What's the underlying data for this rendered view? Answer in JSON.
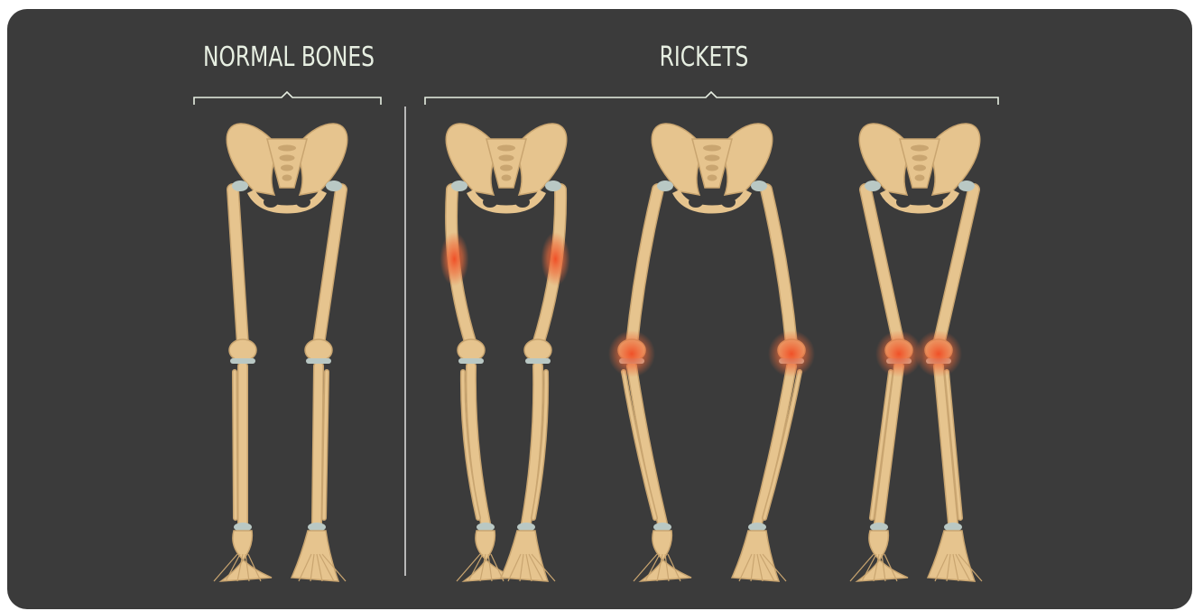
{
  "headings": {
    "normal": "NORMAL BONES",
    "rickets": "RICKETS"
  },
  "figures": [
    {
      "group": "normal",
      "variant": "straight",
      "affected_area": "none"
    },
    {
      "group": "rickets",
      "variant": "bowed thighs",
      "affected_area": "femur shafts"
    },
    {
      "group": "rickets",
      "variant": "bow legs",
      "affected_area": "knees"
    },
    {
      "group": "rickets",
      "variant": "knock knees",
      "affected_area": "knees"
    }
  ],
  "colors": {
    "background": "#3b3b3b",
    "bone": "#e6c48e",
    "bone_shadow": "#c9a570",
    "cartilage": "#b9c8c4",
    "inflammation": "#f0502a",
    "text": "#e7efe2"
  }
}
